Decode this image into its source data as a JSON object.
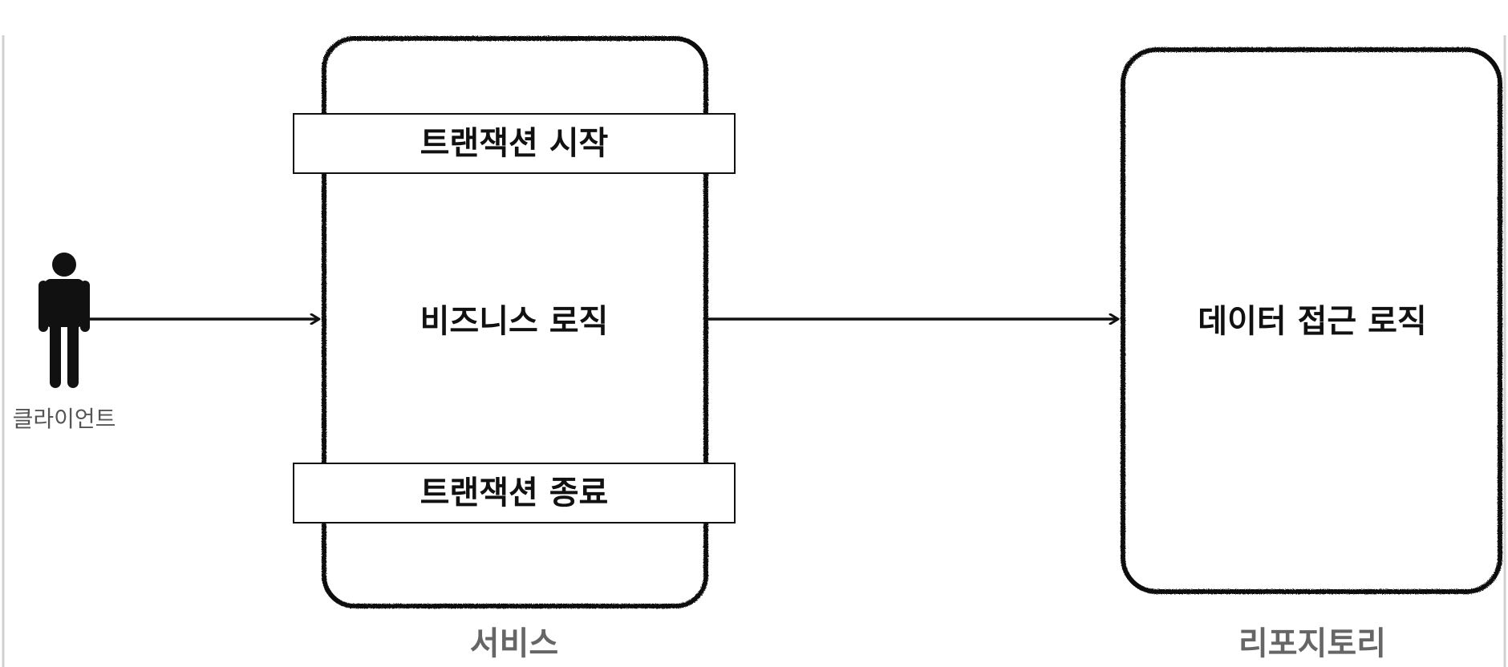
{
  "actor": {
    "label": "클라이언트"
  },
  "service": {
    "caption": "서비스",
    "transaction_start": "트랜잭션 시작",
    "business_logic": "비즈니스 로직",
    "transaction_end": "트랜잭션 종료"
  },
  "repository": {
    "caption": "리포지토리",
    "data_access_logic": "데이터 접근 로직"
  },
  "colors": {
    "stroke": "#111111",
    "caption": "#666666",
    "actor": "#111111",
    "frame_line": "#d0d0d0"
  }
}
